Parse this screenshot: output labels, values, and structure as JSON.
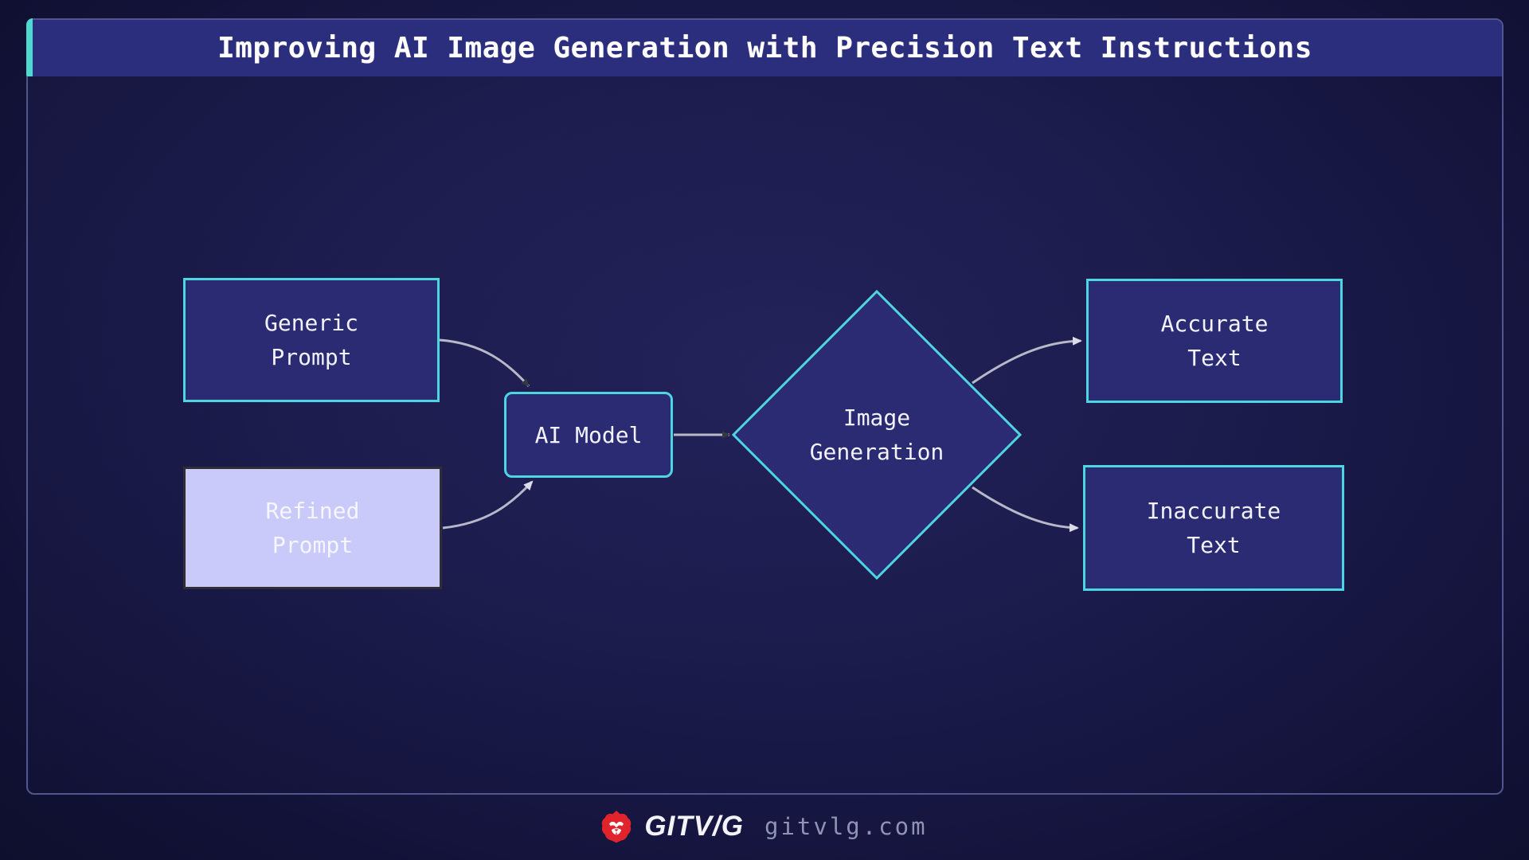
{
  "header": {
    "title": "Improving AI Image Generation with Precision Text Instructions"
  },
  "diagram": {
    "nodes": [
      {
        "id": "generic-prompt",
        "label": "Generic\nPrompt",
        "shape": "rect",
        "variant": "dark"
      },
      {
        "id": "refined-prompt",
        "label": "Refined\nPrompt",
        "shape": "rect",
        "variant": "light"
      },
      {
        "id": "ai-model",
        "label": "AI Model",
        "shape": "rounded-rect",
        "variant": "dark"
      },
      {
        "id": "image-generation",
        "label": "Image\nGeneration",
        "shape": "diamond",
        "variant": "dark"
      },
      {
        "id": "accurate-text",
        "label": "Accurate\nText",
        "shape": "rect",
        "variant": "dark"
      },
      {
        "id": "inaccurate-text",
        "label": "Inaccurate\nText",
        "shape": "rect",
        "variant": "dark"
      }
    ],
    "edges": [
      {
        "from": "generic-prompt",
        "to": "ai-model"
      },
      {
        "from": "refined-prompt",
        "to": "ai-model"
      },
      {
        "from": "ai-model",
        "to": "image-generation"
      },
      {
        "from": "image-generation",
        "to": "accurate-text"
      },
      {
        "from": "image-generation",
        "to": "inaccurate-text"
      }
    ]
  },
  "footer": {
    "brand": "GITV/G",
    "website": "gitvlg.com",
    "logo_icon": "lion-icon"
  },
  "colors": {
    "background": "#1a1a4a",
    "panel_border": "#54548e",
    "header_fill": "#2b2d7d",
    "accent_teal": "#4fd9d0",
    "node_border_teal": "#4dd5e0",
    "node_fill_dark": "#2b2b74",
    "node_fill_light": "#c9caf9",
    "node_border_light_box": "#2e2e34",
    "edge_line": "#b8b8c8",
    "title_text": "#ffffff",
    "node_text": "#f2f2fa",
    "website_text": "#8f93b4",
    "logo_red": "#e1242c"
  }
}
